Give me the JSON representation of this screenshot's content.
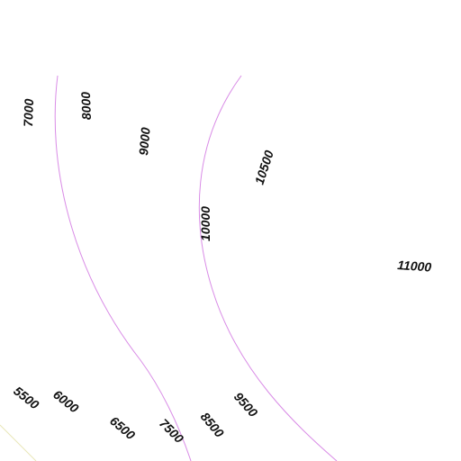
{
  "map": {
    "type": "contour-map",
    "colors": {
      "background": "#ffffff",
      "contour_line": "#d98ce6",
      "contour_line_faint": "#e8e6b8",
      "label": "#111111"
    },
    "contour_labels": {
      "l5500": "5500",
      "l6000": "6000",
      "l6500": "6500",
      "l7000": "7000",
      "l7500": "7500",
      "l8000": "8000",
      "l8500": "8500",
      "l9000": "9000",
      "l9500": "9500",
      "l10000": "10000",
      "l10500": "10500",
      "l11000": "11000"
    }
  }
}
